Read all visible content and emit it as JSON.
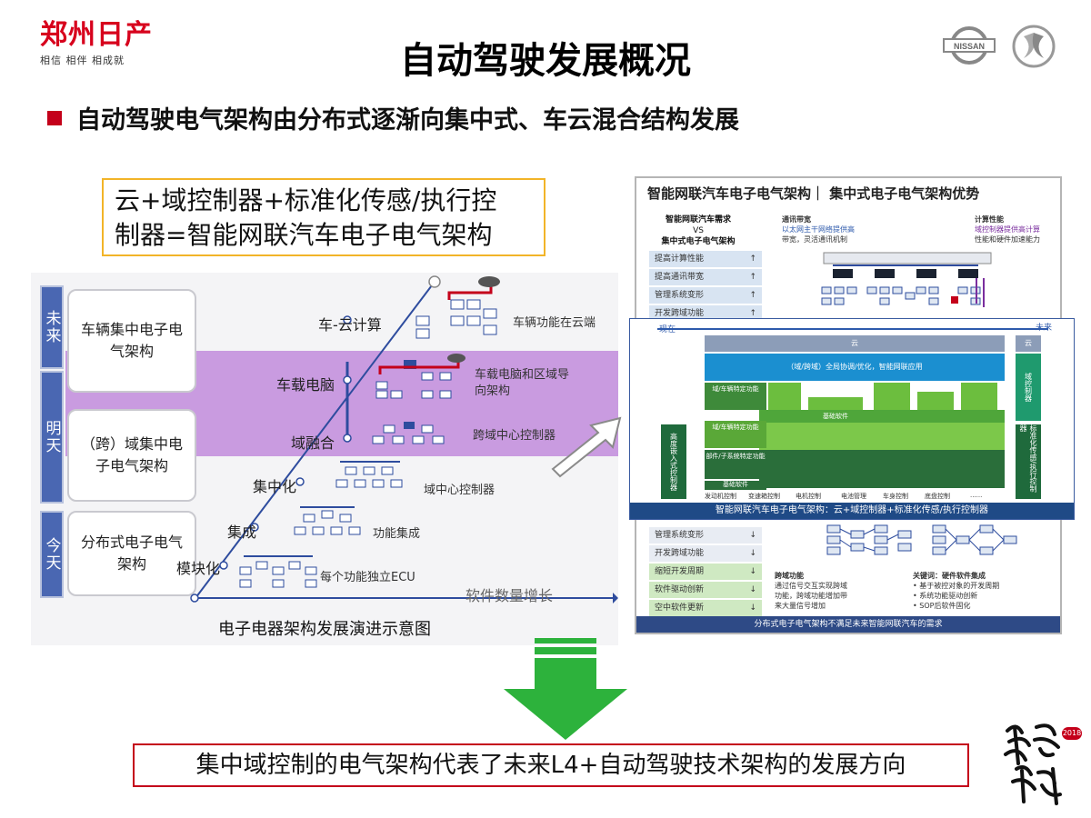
{
  "header": {
    "brand_name": "郑州日产",
    "brand_slogan": "相信 相伴 相成就",
    "title": "自动驾驶发展概况",
    "nissan_logo_text": "NISSAN"
  },
  "bullet": {
    "text": "自动驾驶电气架构由分布式逐渐向集中式、车云混合结构发展"
  },
  "formula": {
    "line1": "云+域控制器+标准化传感/执行控",
    "line2": "制器=智能网联汽车电子电气架构"
  },
  "evolution": {
    "bands": [
      {
        "label": "未来",
        "architecture": "车辆集中电子电气架构"
      },
      {
        "label": "明天",
        "architecture": "（跨）域集中电子电气架构"
      },
      {
        "label": "今天",
        "architecture": "分布式电子电气架构"
      }
    ],
    "stages": [
      {
        "name": "车-云计算",
        "desc": "车辆功能在云端"
      },
      {
        "name": "车载电脑",
        "desc": "车载电脑和区域导向架构"
      },
      {
        "name": "域融合",
        "desc": "跨域中心控制器"
      },
      {
        "name": "集中化",
        "desc": "域中心控制器"
      },
      {
        "name": "集成",
        "desc": "功能集成"
      },
      {
        "name": "模块化",
        "desc": "每个功能独立ECU"
      }
    ],
    "axis_label": "软件数量增长",
    "caption": "电子电器架构发展演进示意图"
  },
  "right_top": {
    "title": "智能网联汽车电子电气架构｜ 集中式电子电气架构优势",
    "header_line1": "智能网联汽车需求",
    "header_line2": "VS",
    "header_line3": "集中式电子电气架构",
    "rows": [
      {
        "label": "提高计算性能",
        "arrow": "↑"
      },
      {
        "label": "提高通讯带宽",
        "arrow": "↑"
      },
      {
        "label": "管理系统变形",
        "arrow": "↑"
      },
      {
        "label": "开发跨域功能",
        "arrow": "↑"
      }
    ],
    "note_comm_title": "通讯带宽",
    "note_comm_body1": "以太网主干网络提供高",
    "note_comm_body2": "带宽，灵活通讯机制",
    "note_compute_title": "计算性能",
    "note_compute_body1": "域控制器提供高计算",
    "note_compute_body2": "性能和硬件加速能力"
  },
  "right_middle": {
    "now": "现在",
    "future": "未来",
    "cloud": "云",
    "cloud_right": "云",
    "global": "（域/跨域）全局协调/优化，智能网联应用",
    "domain_controller": "域控制器",
    "standard_sensor": "标准化传感/执行控制器",
    "hw_interface": "高度嵌入式控制器",
    "base_software": "基础软件",
    "func_block1": "域/车辆特定功能",
    "func_block2": "域/车辆特定功能",
    "func_block3": "部件/子系统特定功能",
    "func_block4": "基础软件",
    "func_labels": [
      "发动机控制",
      "变速箱控制",
      "电机控制",
      "电池管理",
      "车身控制",
      "底盘控制",
      "......"
    ],
    "footer": "智能网联汽车电子电气架构：云+域控制器+标准化传感/执行控制器"
  },
  "right_bottom": {
    "rows": [
      {
        "label": "管理系统变形",
        "arrow": "↓"
      },
      {
        "label": "开发跨域功能",
        "arrow": "↓"
      },
      {
        "label": "缩短开发周期",
        "arrow": "↓"
      },
      {
        "label": "软件驱动创新",
        "arrow": "↓"
      },
      {
        "label": "空中软件更新",
        "arrow": "↓"
      }
    ],
    "note_cross_title": "跨域功能",
    "note_cross_body1": "通过信号交互实现跨域",
    "note_cross_body2": "功能，跨域功能增加带",
    "note_cross_body3": "来大量信号增加",
    "note_kw_title": "关键词：硬件软件集成",
    "note_kw_1": "•  基于被控对象的开发周期",
    "note_kw_2": "•  系统功能驱动创新",
    "note_kw_3": "•  SOP后软件固化",
    "footer": "分布式电子电气架构不满足未来智能网联汽车的需求"
  },
  "conclusion": {
    "text": "集中域控制的电气架构代表了未来L4+自动驾驶技术架构的发展方向"
  },
  "badge": {
    "year": "2018"
  },
  "colors": {
    "brand_red": "#d7001c",
    "accent_purple": "#c99be0",
    "arrow_green": "#2db23c",
    "formula_border": "#f2b428"
  }
}
